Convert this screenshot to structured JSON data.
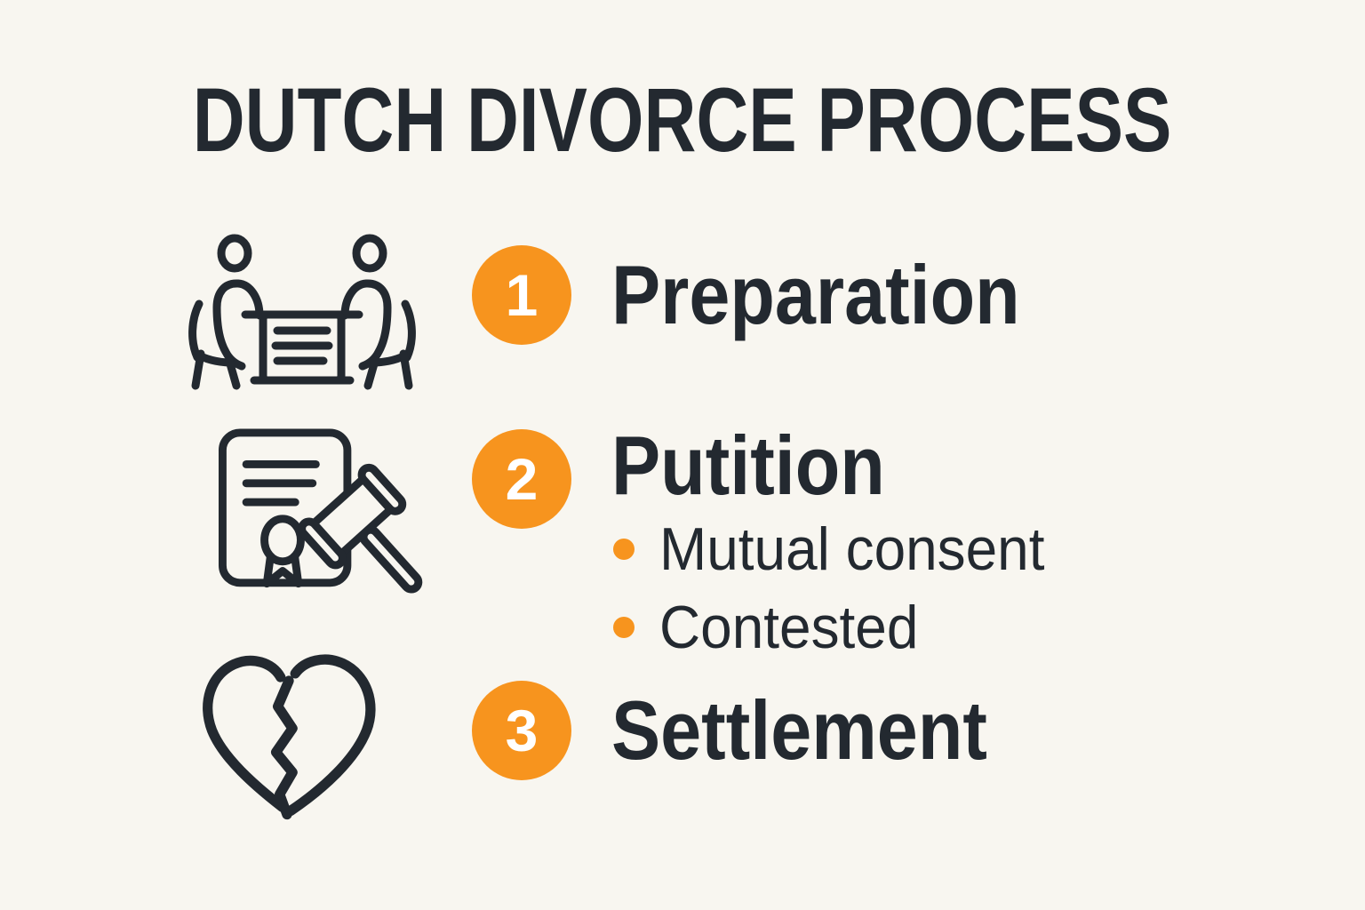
{
  "title": "DUTCH DIVORCE PROCESS",
  "colors": {
    "background": "#F8F6F0",
    "ink": "#232930",
    "accent": "#F7941E",
    "badge_number": "#FFFFFF"
  },
  "steps": [
    {
      "number": "1",
      "label": "Preparation",
      "icon": "consultation-icon",
      "sub_items": []
    },
    {
      "number": "2",
      "label": "Putition",
      "icon": "document-gavel-icon",
      "sub_items": [
        "Mutual consent",
        "Contested"
      ]
    },
    {
      "number": "3",
      "label": "Settlement",
      "icon": "broken-heart-icon",
      "sub_items": []
    }
  ]
}
